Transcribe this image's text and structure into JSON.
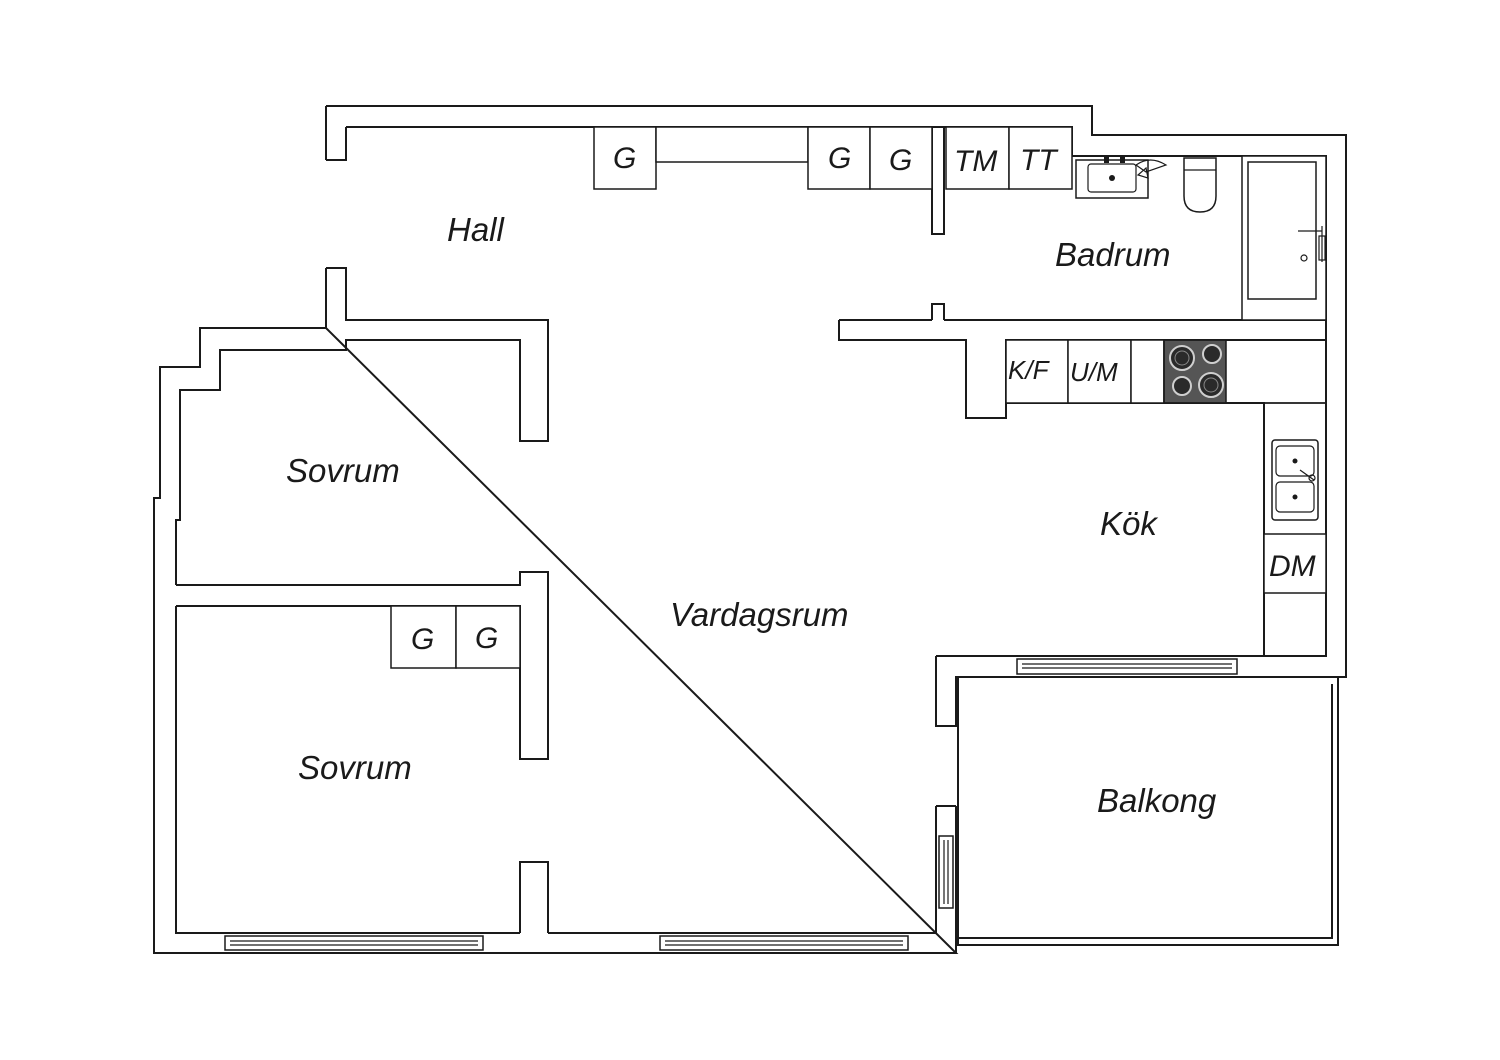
{
  "rooms": {
    "hall": "Hall",
    "badrum": "Badrum",
    "sovrum_upper": "Sovrum",
    "sovrum_lower": "Sovrum",
    "vardagsrum": "Vardagsrum",
    "kok": "Kök",
    "balkong": "Balkong"
  },
  "fixtures": {
    "hall_closet_1": "G",
    "hall_closet_2": "G",
    "hall_closet_3": "G",
    "tm": "TM",
    "tt": "TT",
    "kf": "K/F",
    "um": "U/M",
    "dm": "DM",
    "bedroom_closet_1": "G",
    "bedroom_closet_2": "G"
  },
  "colors": {
    "line": "#1a1a1a",
    "stove": "#555555",
    "background": "#ffffff"
  }
}
